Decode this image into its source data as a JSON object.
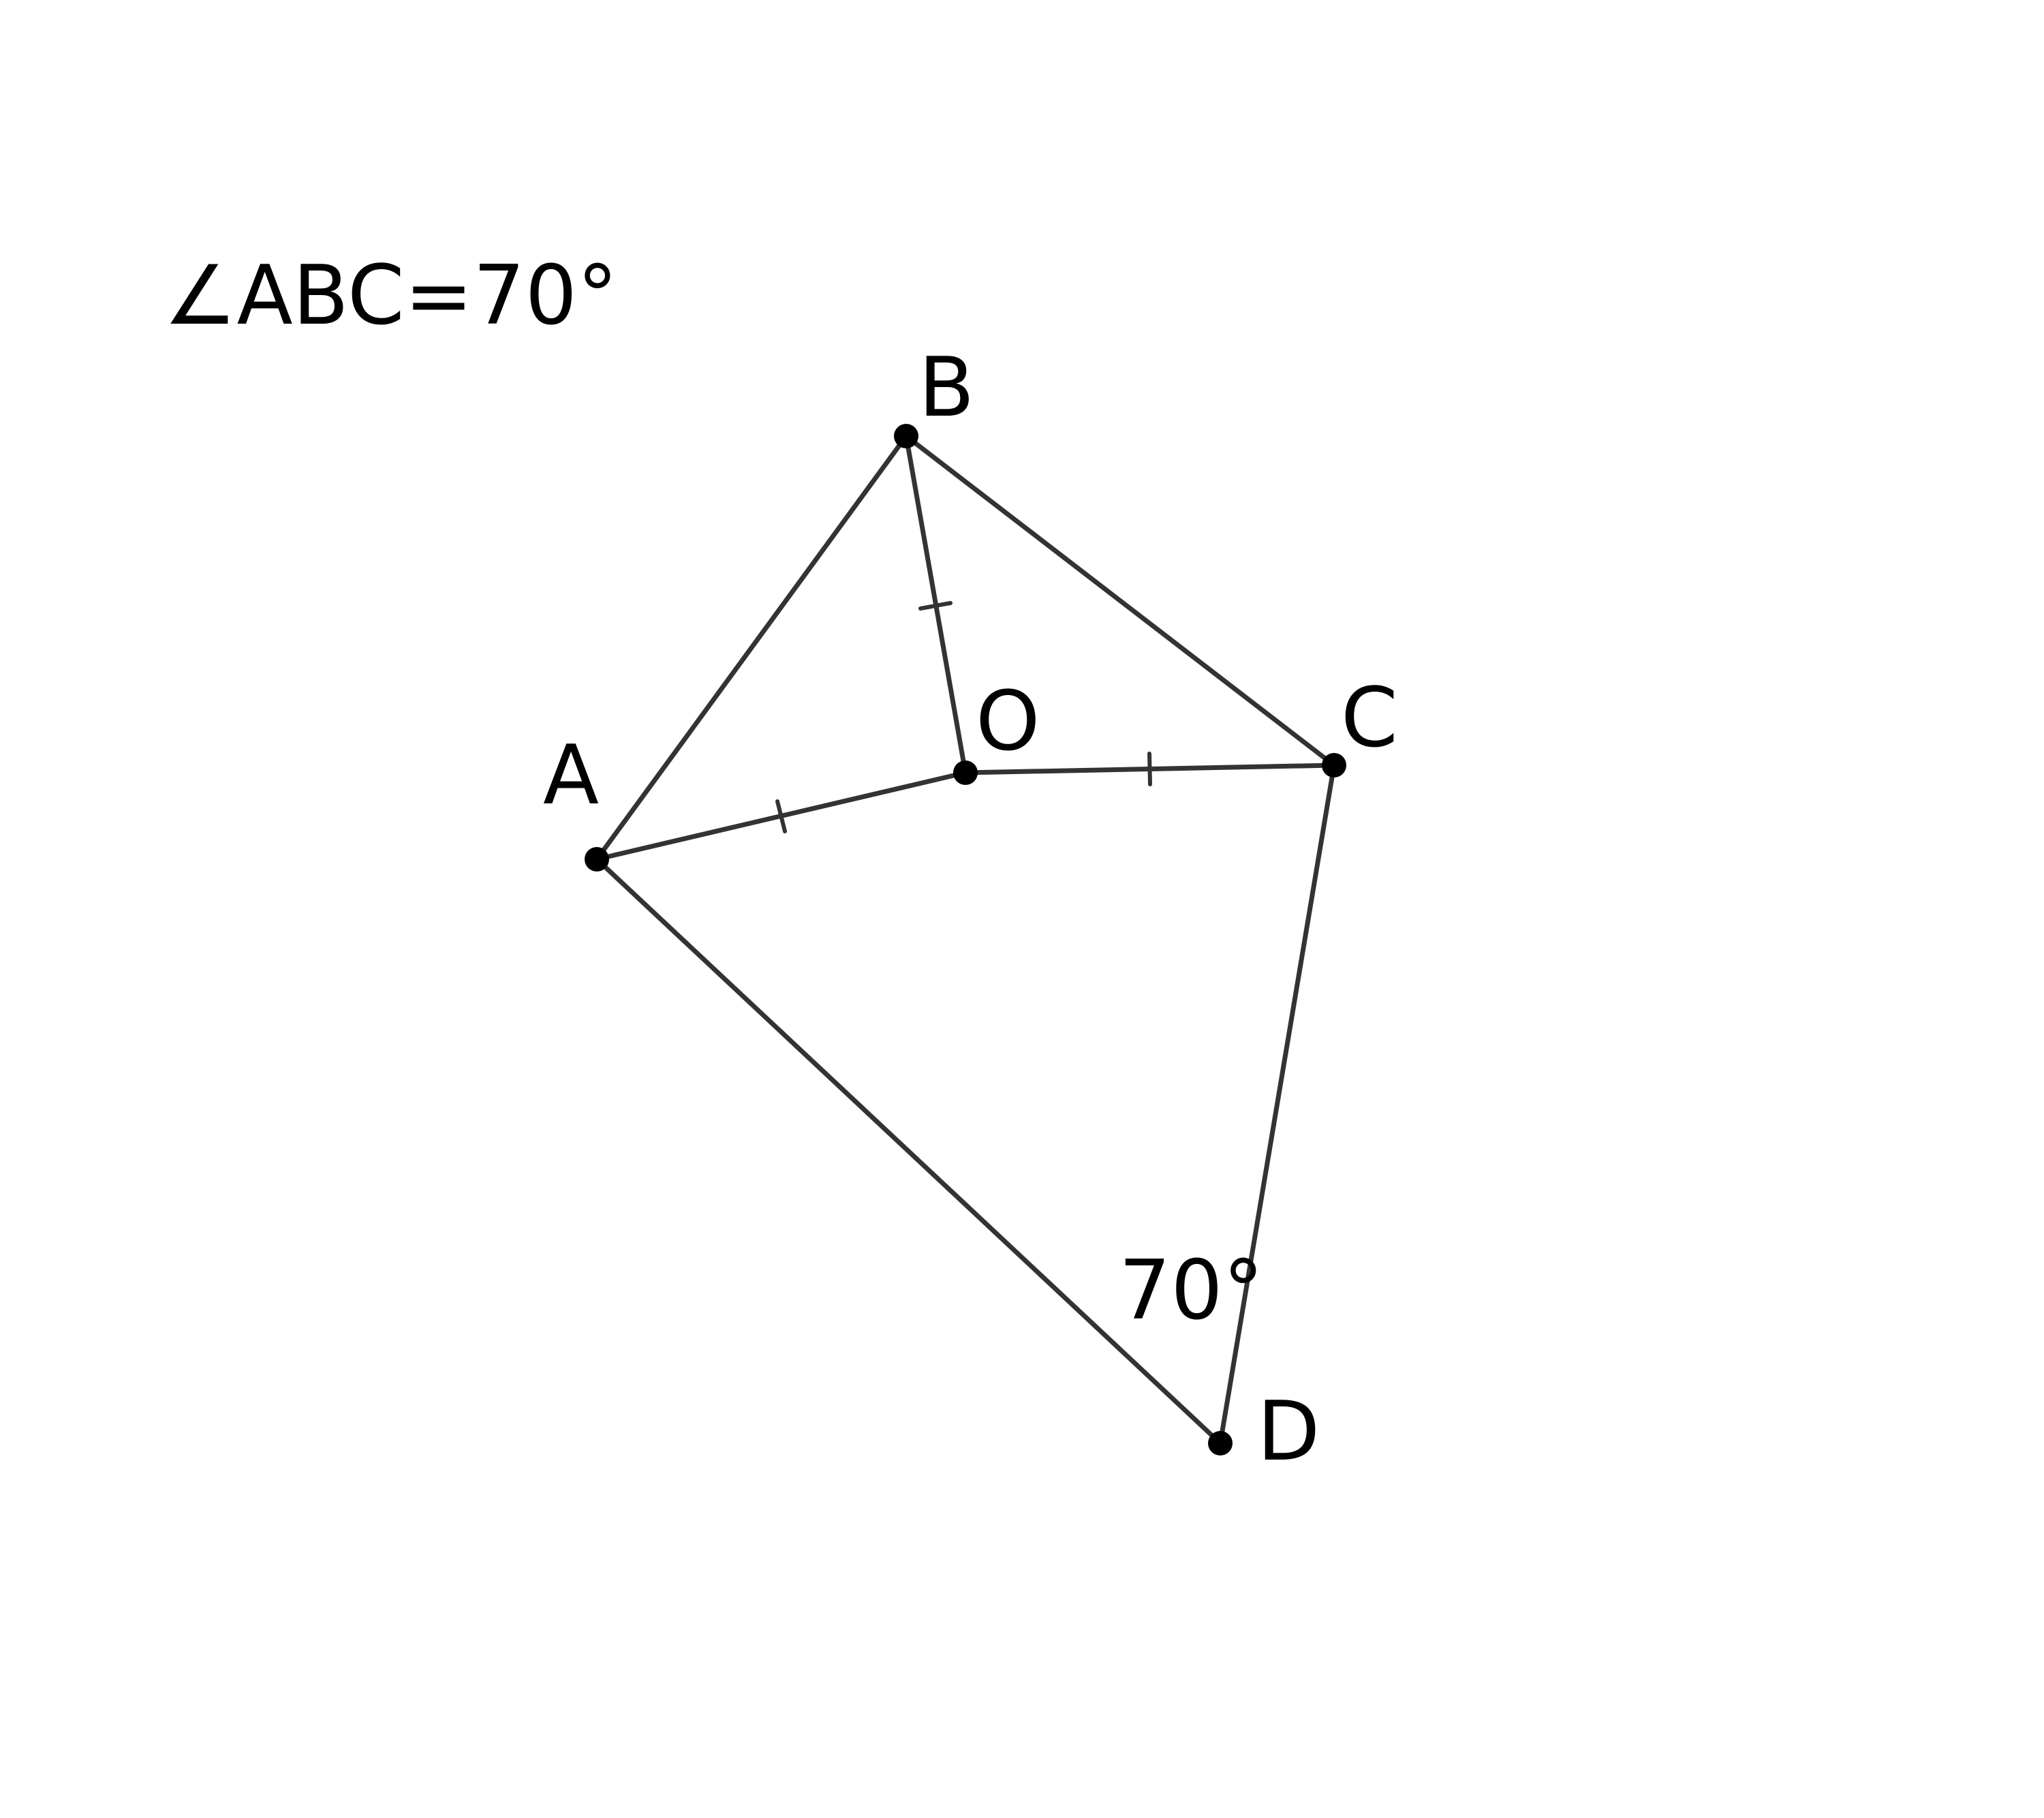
{
  "given_condition": "∠ABC=70°",
  "angle_label": "70°",
  "points": {
    "A": "A",
    "B": "B",
    "C": "C",
    "O": "O",
    "D": "D"
  }
}
